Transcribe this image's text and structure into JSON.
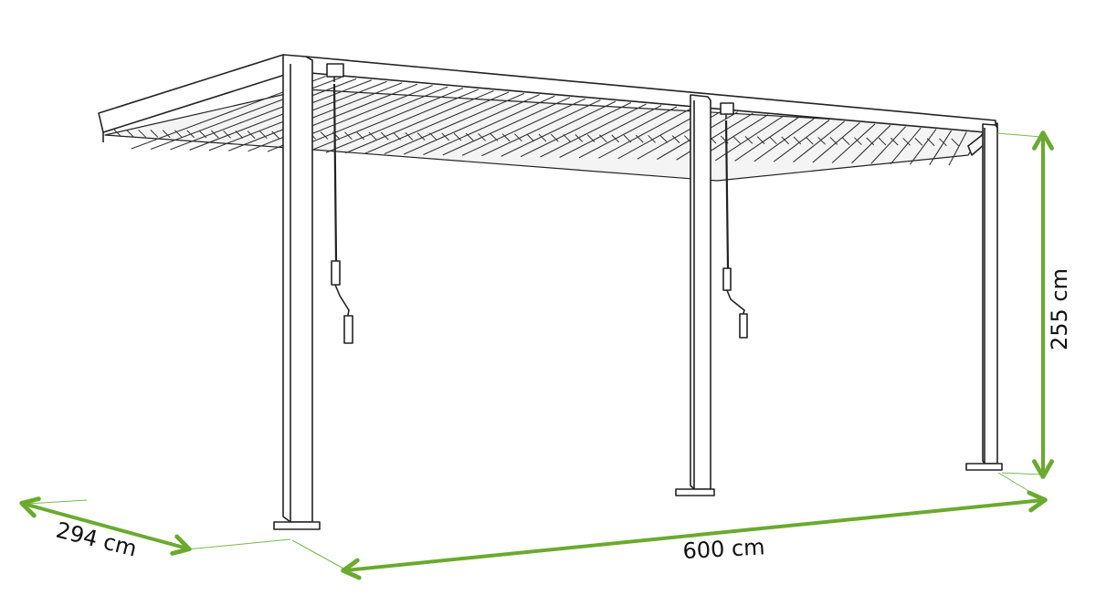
{
  "diagram": {
    "subject": "louvered pergola line drawing",
    "dimensions": {
      "depth": "294 cm",
      "width": "600 cm",
      "height": "255 cm"
    },
    "colors": {
      "outline": "#222222",
      "dimension_arrow": "#6aaa2e",
      "extension_line": "#7cb84a",
      "background": "#ffffff"
    }
  }
}
